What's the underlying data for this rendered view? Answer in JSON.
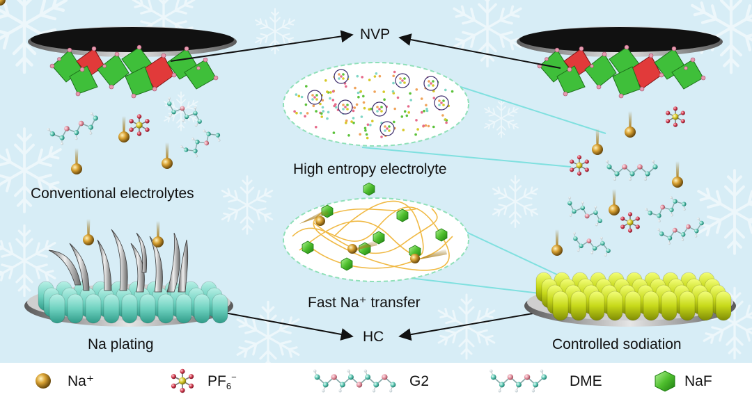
{
  "labels": {
    "nvp": "NVP",
    "hc": "HC",
    "conventional": "Conventional electrolytes",
    "high_entropy": "High entropy electrolyte",
    "fast_transfer": "Fast Na⁺ transfer",
    "na_plating": "Na plating",
    "controlled": "Controlled sodiation"
  },
  "legend": {
    "items": [
      {
        "icon": "sodium-ion-icon",
        "label": "Na⁺"
      },
      {
        "icon": "pf6-anion-icon",
        "label_main": "PF",
        "label_sub": "6",
        "label_sup": "−"
      },
      {
        "icon": "g2-molecule-icon",
        "label": "G2"
      },
      {
        "icon": "dme-molecule-icon",
        "label": "DME"
      },
      {
        "icon": "naf-icon",
        "label": "NaF"
      }
    ]
  },
  "colors": {
    "background": "#d7edf6",
    "sodium": "#c8931f",
    "pf6_center": "#d6c827",
    "pf6_ligand": "#d23a4e",
    "carbon": "#5fc6b3",
    "oxygen": "#e08a99",
    "naf": "#5cc23a",
    "hc_plain": "#7fd6c6",
    "hc_coated": "#c7d91a",
    "nvp_green": "#3fbf3a",
    "nvp_red": "#e13a3a",
    "dendrite": "#9a9a9a",
    "arrow": "#111111",
    "leader": "#7fe0df"
  }
}
